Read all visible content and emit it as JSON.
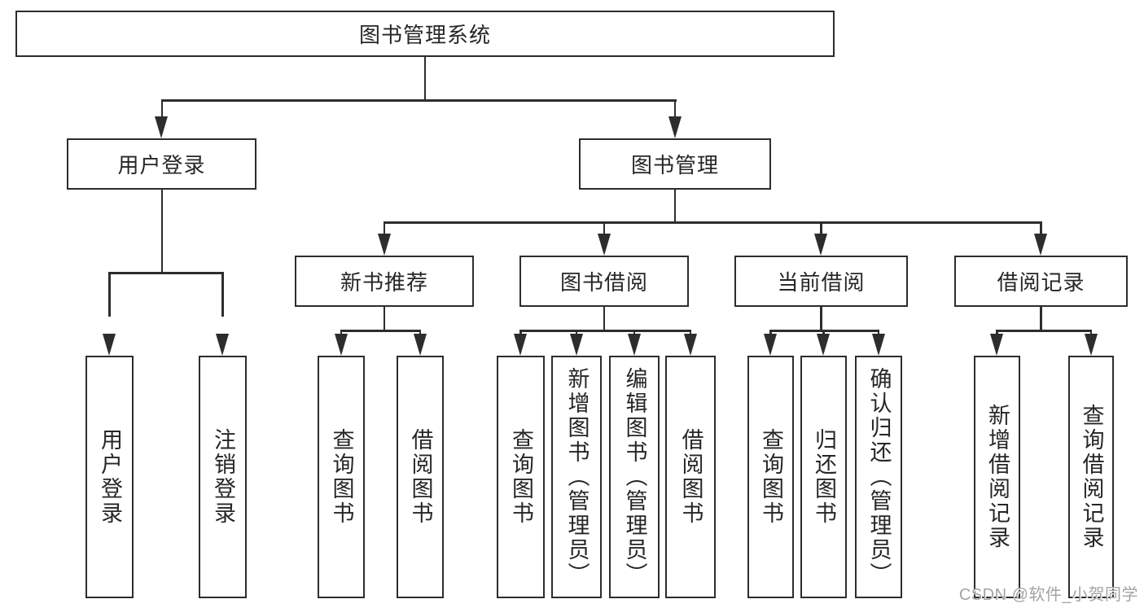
{
  "tree": {
    "label": "图书管理系统",
    "children": [
      {
        "label": "用户登录",
        "children": [
          {
            "label": "用户登录"
          },
          {
            "label": "注销登录"
          }
        ]
      },
      {
        "label": "图书管理",
        "children": [
          {
            "label": "新书推荐",
            "children": [
              {
                "label": "查询图书"
              },
              {
                "label": "借阅图书"
              }
            ]
          },
          {
            "label": "图书借阅",
            "children": [
              {
                "label": "查询图书"
              },
              {
                "label": "新增图书（管理员）"
              },
              {
                "label": "编辑图书（管理员）"
              },
              {
                "label": "借阅图书"
              }
            ]
          },
          {
            "label": "当前借阅",
            "children": [
              {
                "label": "查询图书"
              },
              {
                "label": "归还图书"
              },
              {
                "label": "确认归还（管理员）"
              }
            ]
          },
          {
            "label": "借阅记录",
            "children": [
              {
                "label": "新增借阅记录"
              },
              {
                "label": "查询借阅记录"
              }
            ]
          }
        ]
      }
    ]
  },
  "watermark": {
    "text": "CSDN @软件_小贺同学"
  },
  "colors": {
    "line": "#2d2d2d",
    "text": "#262626",
    "watermark": "#a4a4a8",
    "bg": "#ffffff"
  }
}
